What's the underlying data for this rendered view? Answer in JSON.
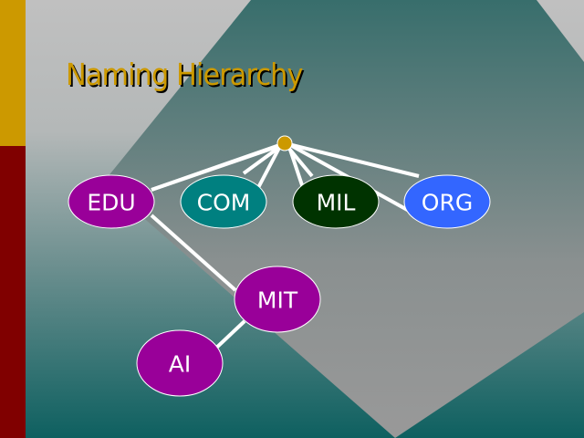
{
  "title": "Naming Hierarchy",
  "colors": {
    "accent_top": "#cc9900",
    "accent_bottom": "#800000",
    "edu": "#990099",
    "com": "#008080",
    "mil": "#003300",
    "org": "#3366ff",
    "root": "#cc9900"
  },
  "nodes": {
    "edu": "EDU",
    "com": "COM",
    "mil": "MIL",
    "org": "ORG",
    "mit": "MIT",
    "ai": "AI"
  }
}
